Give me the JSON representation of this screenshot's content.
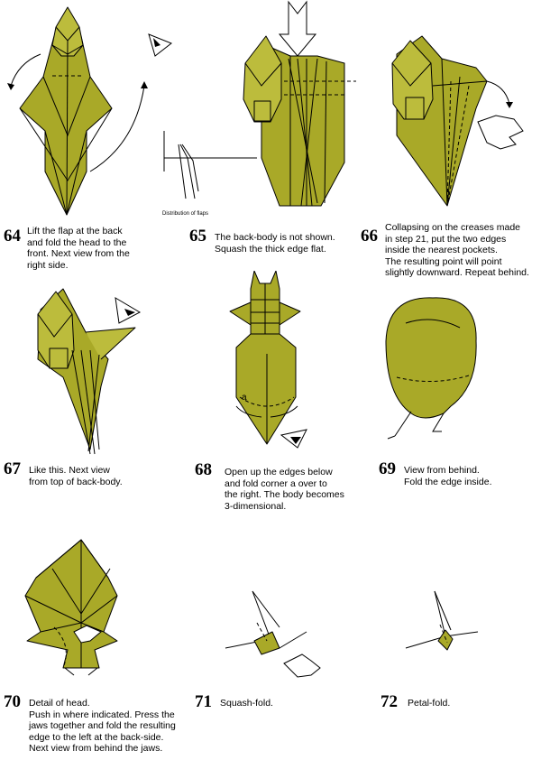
{
  "steps": [
    {
      "number": "64",
      "caption": "Lift the flap at the back\nand fold the head to the\nfront. Next view from the\nright side."
    },
    {
      "number": "65",
      "caption": "The back-body is not shown.\nSquash the thick edge flat.",
      "detail_label": "Distribution of flaps"
    },
    {
      "number": "66",
      "caption": "Collapsing on the creases made\nin step 21, put the two edges\ninside the nearest pockets.\nThe resulting point will point\nslightly downward. Repeat behind."
    },
    {
      "number": "67",
      "caption": "Like this. Next view\nfrom top of back-body."
    },
    {
      "number": "68",
      "caption": "Open up the edges below\nand fold corner  a  over to\nthe right. The body becomes\n3-dimensional.",
      "corner_label": "a"
    },
    {
      "number": "69",
      "caption": "View from behind.\nFold the edge inside."
    },
    {
      "number": "70",
      "caption": "Detail of head.\nPush in where indicated. Press the\njaws together and fold the resulting\nedge to the left at the back-side.\nNext view from behind the jaws."
    },
    {
      "number": "71",
      "caption": "Squash-fold."
    },
    {
      "number": "72",
      "caption": "Petal-fold."
    }
  ],
  "colors": {
    "paper": "#a9a928",
    "paper_light": "#bcbc3c",
    "line": "#000000",
    "background": "#ffffff"
  },
  "icons": [
    "eye-icon",
    "fold-arrow-icon",
    "push-arrow-icon"
  ]
}
